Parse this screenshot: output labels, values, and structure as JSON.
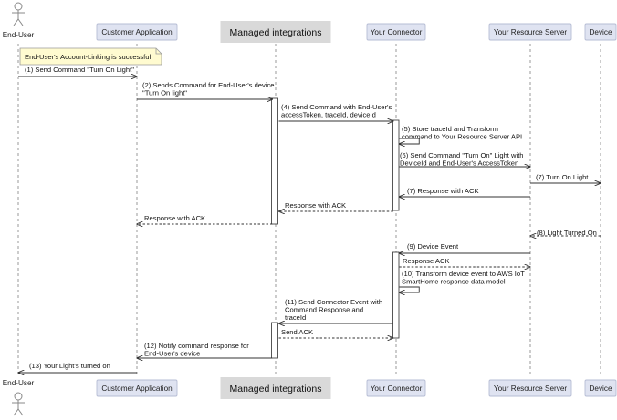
{
  "participants": [
    {
      "id": "end_user",
      "label": "End-User",
      "kind": "actor"
    },
    {
      "id": "customer_app",
      "label": "Customer Application",
      "kind": "box"
    },
    {
      "id": "managed",
      "label": "Managed integrations",
      "kind": "box-gray"
    },
    {
      "id": "connector",
      "label": "Your Connector",
      "kind": "box"
    },
    {
      "id": "resource_server",
      "label": "Your Resource Server",
      "kind": "box"
    },
    {
      "id": "device",
      "label": "Device",
      "kind": "box"
    }
  ],
  "note": {
    "lines": [
      "End-User's Account-Linking is successful"
    ]
  },
  "messages": [
    {
      "from": "end_user",
      "to": "customer_app",
      "style": "solid",
      "lines": [
        "(1) Send Command \"Turn On Light\""
      ]
    },
    {
      "from": "customer_app",
      "to": "managed",
      "style": "solid",
      "lines": [
        "(2) Sends Command for End-User's device",
        "\"Turn On light\""
      ]
    },
    {
      "from": "managed",
      "to": "connector",
      "style": "solid",
      "lines": [
        "(4) Send Command with End-User's",
        "accessToken, traceId, deviceId"
      ]
    },
    {
      "from": "connector",
      "to": "connector",
      "style": "self",
      "lines": [
        "(5) Store traceId and Transform",
        "command to Your Resource Server API"
      ]
    },
    {
      "from": "connector",
      "to": "resource_server",
      "style": "solid",
      "lines": [
        "(6) Send Command \"Turn On\" Light with",
        "DeviceId and End-User's AccessToken"
      ]
    },
    {
      "from": "resource_server",
      "to": "device",
      "style": "solid",
      "lines": [
        "(7) Turn On Light"
      ]
    },
    {
      "from": "resource_server",
      "to": "connector",
      "style": "solid",
      "lines": [
        "(7) Response with ACK"
      ]
    },
    {
      "from": "connector",
      "to": "managed",
      "style": "dashed",
      "lines": [
        "Response with ACK"
      ]
    },
    {
      "from": "managed",
      "to": "customer_app",
      "style": "dashed",
      "lines": [
        "Response with ACK"
      ]
    },
    {
      "from": "device",
      "to": "resource_server",
      "style": "dashed",
      "lines": [
        "(8) Light Turned On"
      ]
    },
    {
      "from": "resource_server",
      "to": "connector",
      "style": "solid",
      "lines": [
        "(9) Device Event"
      ]
    },
    {
      "from": "connector",
      "to": "resource_server",
      "style": "dashed",
      "lines": [
        "Response ACK"
      ]
    },
    {
      "from": "connector",
      "to": "connector",
      "style": "self",
      "lines": [
        "(10) Transform device event to AWS IoT",
        "SmartHome response data model"
      ]
    },
    {
      "from": "connector",
      "to": "managed",
      "style": "solid",
      "lines": [
        "(11) Send Connector Event with",
        "Command Response and",
        "traceId"
      ]
    },
    {
      "from": "managed",
      "to": "connector",
      "style": "dashed",
      "lines": [
        "Send ACK"
      ]
    },
    {
      "from": "managed",
      "to": "customer_app",
      "style": "solid",
      "lines": [
        "(12) Notify command response for",
        "End-User's device"
      ]
    },
    {
      "from": "customer_app",
      "to": "end_user",
      "style": "solid",
      "lines": [
        "(13) Your Light's turned on"
      ]
    }
  ],
  "colors": {
    "participant_box": "#dfe3f1",
    "managed_box": "#d9d9d9",
    "note_fill": "#fffbd0",
    "lifeline": "#9a9a9a",
    "arrow": "#333333"
  }
}
